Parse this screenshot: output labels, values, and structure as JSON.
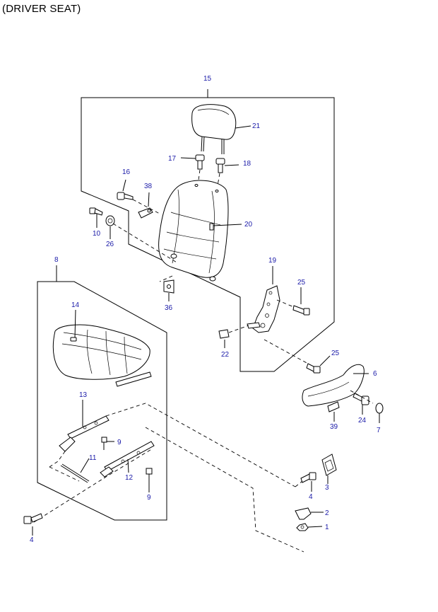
{
  "title": "(DRIVER SEAT)",
  "labels": {
    "p1": "1",
    "p2": "2",
    "p3": "3",
    "p4a": "4",
    "p4b": "4",
    "p6": "6",
    "p7": "7",
    "p8": "8",
    "p9a": "9",
    "p9b": "9",
    "p10": "10",
    "p11": "11",
    "p12": "12",
    "p13": "13",
    "p14": "14",
    "p15": "15",
    "p16": "16",
    "p17": "17",
    "p18": "18",
    "p19": "19",
    "p20": "20",
    "p21": "21",
    "p22": "22",
    "p24": "24",
    "p25a": "25",
    "p25b": "25",
    "p26": "26",
    "p36": "36",
    "p38": "38",
    "p39": "39"
  },
  "colors": {
    "label": "#1a1aa8",
    "line": "#000000"
  }
}
